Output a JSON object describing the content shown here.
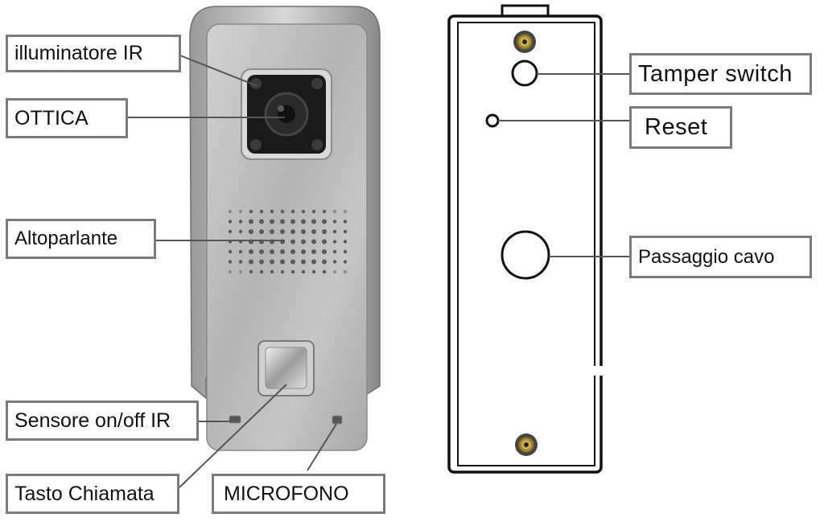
{
  "front_labels": {
    "ir_illuminator": "illuminatore IR",
    "lens": "OTTICA",
    "speaker": "Altoparlante",
    "ir_sensor": "Sensore on/off IR",
    "call_button": "Tasto Chiamata",
    "microphone": "MICROFONO"
  },
  "back_labels": {
    "tamper_switch": "Tamper switch",
    "reset": "Reset",
    "cable_passage": "Passaggio cavo"
  },
  "colors": {
    "label_border": "#7b7b7b",
    "leader_line": "#555555",
    "panel_silver": "#b9b9b9",
    "lens_black": "#1a1a1a",
    "outline": "#111111"
  }
}
